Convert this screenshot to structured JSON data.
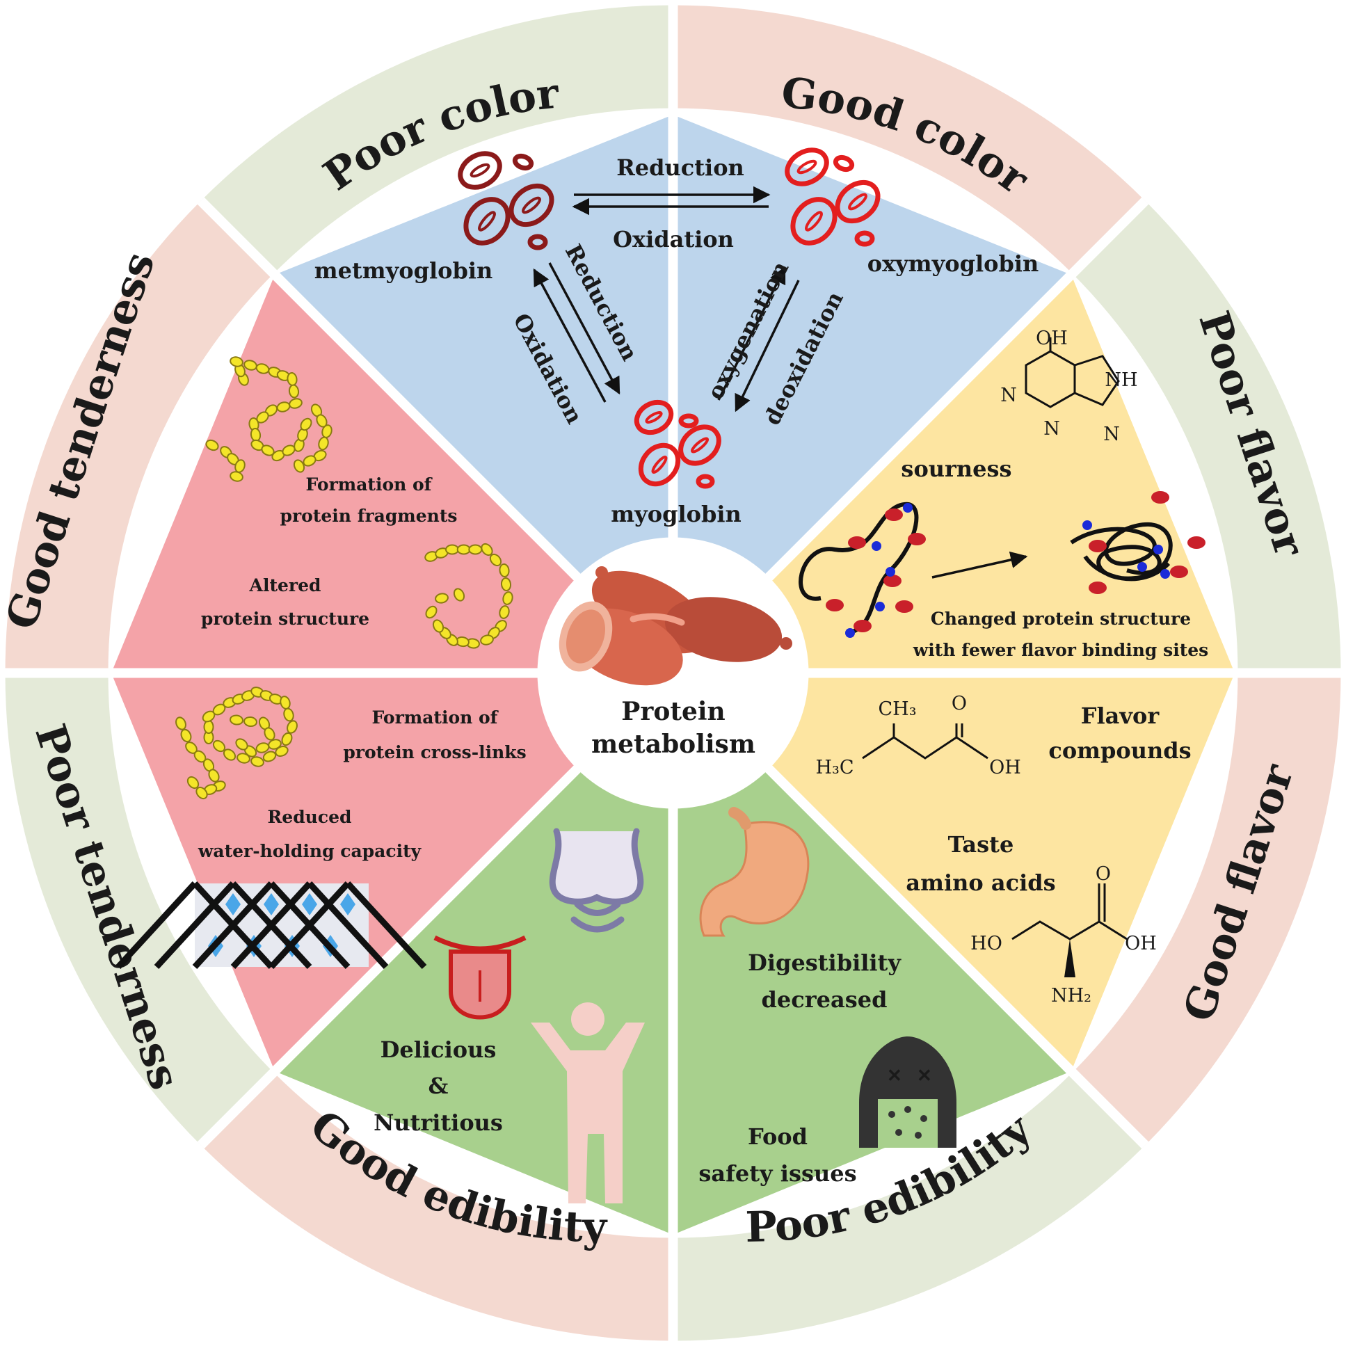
{
  "outer_ring": {
    "poor_color": "Poor  color",
    "good_color": "Good  color",
    "poor_flavor": "Poor  flavor",
    "good_flavor": "Good  flavor",
    "poor_edibility": "Poor  edibility",
    "good_edibility": "Good  edibility",
    "poor_tenderness": "Poor  tenderness",
    "good_tenderness": "Good  tenderness"
  },
  "center": {
    "line1": "Protein",
    "line2": "metabolism"
  },
  "color_section": {
    "metmyoglobin": "metmyoglobin",
    "oxymyoglobin": "oxymyoglobin",
    "myoglobin": "myoglobin",
    "top_reduction": "Reduction",
    "top_oxidation": "Oxidation",
    "left_reduction": "Reduction",
    "left_oxidation": "Oxidation",
    "right_oxygenation": "oxygenation",
    "right_deoxidation": "deoxidation"
  },
  "flavor_section": {
    "sourness": "sourness",
    "oh": "OH",
    "nh": "NH",
    "n": "N",
    "changed_1": "Changed protein structure",
    "changed_2": "with fewer flavor binding sites",
    "ch3": "CH₃",
    "o": "O",
    "h3c": "H₃C",
    "oh2": "OH",
    "flavor_1": "Flavor",
    "flavor_2": "compounds",
    "taste_1": "Taste",
    "taste_2": "amino acids",
    "ho": "HO",
    "nh2": "NH₂"
  },
  "tenderness_section": {
    "fragments_1": "Formation of",
    "fragments_2": "protein fragments",
    "altered_1": "Altered",
    "altered_2": "protein structure",
    "crosslinks_1": "Formation of",
    "crosslinks_2": "protein cross-links",
    "water_1": "Reduced",
    "water_2": "water-holding capacity"
  },
  "edibility_section": {
    "delicious_1": "Delicious",
    "delicious_2": "&",
    "delicious_3": "Nutritious",
    "digest_1": "Digestibility",
    "digest_2": "decreased",
    "safety_1": "Food",
    "safety_2": "safety issues"
  },
  "colors": {
    "ring_green": "#e4ead8",
    "ring_pink": "#f4d9d0",
    "blue": "#bdd5ec",
    "pink": "#f4a3a8",
    "yellow": "#fde5a1",
    "green": "#a8d08d",
    "dark_red": "#8b1a1a",
    "red": "#e31e1e",
    "bead": "#f4e529"
  }
}
